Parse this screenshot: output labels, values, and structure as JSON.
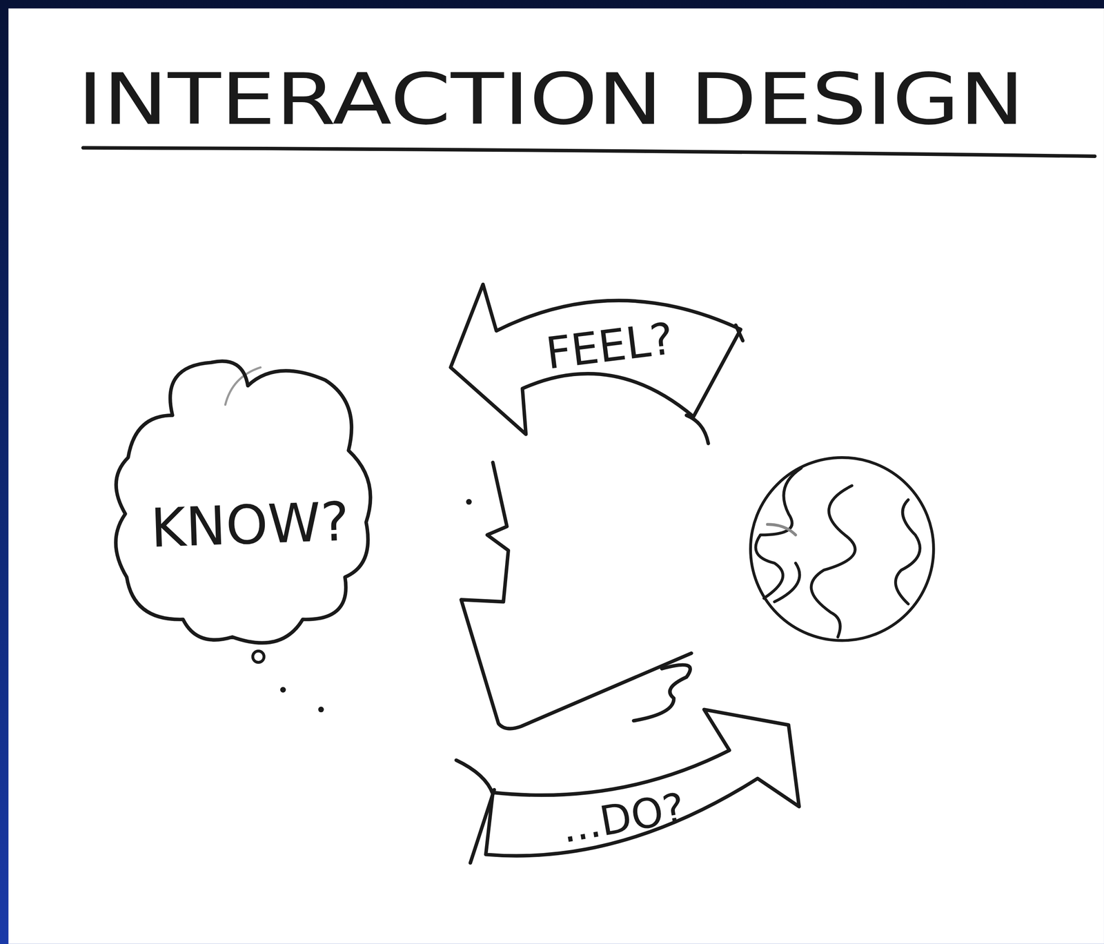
{
  "diagram": {
    "title": "INTERACTION DESIGN",
    "nodes": [
      {
        "text": [
          "FEEL?"
        ]
      },
      {
        "text": [
          "KNOW?"
        ]
      },
      {
        "text": [
          "...DO?"
        ]
      }
    ]
  }
}
